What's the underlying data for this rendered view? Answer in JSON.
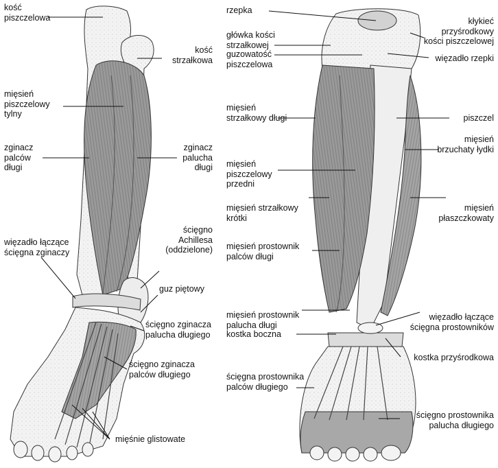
{
  "colors": {
    "muscle": "#9a9a9a",
    "bone": "#f1f1f1",
    "ligament": "#d9d9d9",
    "outline": "#333333",
    "line": "#111111"
  },
  "left_view": {
    "labels": {
      "tibia": [
        "kość",
        "piszczelowa"
      ],
      "fibula": [
        "kość",
        "strzałkowa"
      ],
      "tibialis_posterior": [
        "mięsień",
        "piszczelowy",
        "tylny"
      ],
      "flexor_digitorum_longus": [
        "zginacz",
        "palców",
        "długi"
      ],
      "flexor_hallucis_longus": [
        "zginacz",
        "palucha",
        "długi"
      ],
      "achilles_tendon": [
        "ścięgno",
        "Achillesa",
        "(oddzielone)"
      ],
      "flexor_retinaculum": [
        "więzadło łączące",
        "ścięgna zginaczy"
      ],
      "calcaneal_tuber": [
        "guz piętowy"
      ],
      "fhl_tendon": [
        "ścięgno zginacza",
        "palucha długiego"
      ],
      "fdl_tendon": [
        "ścięgno zginacza",
        "palców długiego"
      ],
      "lumbricals": [
        "mięśnie glistowate"
      ]
    }
  },
  "right_view": {
    "labels": {
      "patella": [
        "rzepka"
      ],
      "fibula_head": [
        "główka kości",
        "strzałkowej"
      ],
      "medial_condyle": [
        "kłykieć",
        "przyśrodkowy",
        "kości piszczelowej"
      ],
      "tibial_tuberosity": [
        "guzowatość",
        "piszczelowa"
      ],
      "patellar_ligament": [
        "więzadło rzepki"
      ],
      "peroneus_longus": [
        "mięsień",
        "strzałkowy długi"
      ],
      "tibia": [
        "piszczel"
      ],
      "tibialis_anterior": [
        "mięsień",
        "piszczelowy",
        "przedni"
      ],
      "gastrocnemius": [
        "mięsień",
        "brzuchaty łydki"
      ],
      "peroneus_brevis": [
        "mięsień strzałkowy",
        "krótki"
      ],
      "soleus": [
        "mięsień",
        "płaszczkowaty"
      ],
      "extensor_digitorum_longus": [
        "mięsień prostownik",
        "palców długi"
      ],
      "extensor_hallucis_longus": [
        "mięsień prostownik",
        "palucha długi"
      ],
      "extensor_retinaculum": [
        "więzadło łączące",
        "ścięgna prostowników"
      ],
      "lateral_malleolus": [
        "kostka boczna"
      ],
      "medial_malleolus": [
        "kostka przyśrodkowa"
      ],
      "edl_tendons": [
        "ścięgna prostownika",
        "palców długiego"
      ],
      "ehl_tendon": [
        "ścięgno prostownika",
        "palucha długiego"
      ]
    }
  }
}
